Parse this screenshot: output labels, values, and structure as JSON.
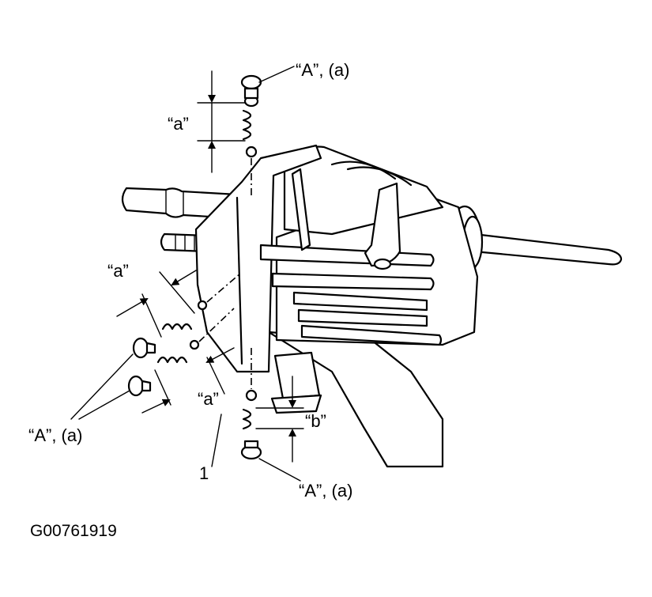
{
  "labels": {
    "bolt_top": "“A”, (a)",
    "bolt_left": "“A”, (a)",
    "bolt_bottom": "“A”, (a)",
    "dim_a_top": "“a”",
    "dim_a_left": "“a”",
    "dim_a_lower": "“a”",
    "dim_b": "“b”",
    "part_1": "1"
  },
  "figure_code": "G00761919"
}
